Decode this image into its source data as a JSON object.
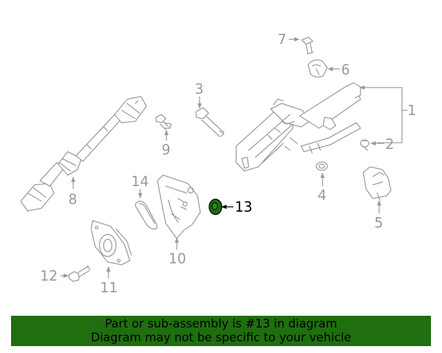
{
  "callouts": {
    "c1": "1",
    "c2": "2",
    "c3": "3",
    "c4": "4",
    "c5": "5",
    "c6": "6",
    "c7": "7",
    "c8": "8",
    "c9": "9",
    "c10": "10",
    "c11": "11",
    "c12": "12",
    "c13": "13",
    "c14": "14"
  },
  "highlight": {
    "part": "13",
    "color": "#1f6e0f"
  },
  "banner": {
    "line1": "Part or sub-assembly is #13 in diagram",
    "line2": "Diagram may not be specific to your vehicle",
    "background": "#1f6e0f"
  }
}
